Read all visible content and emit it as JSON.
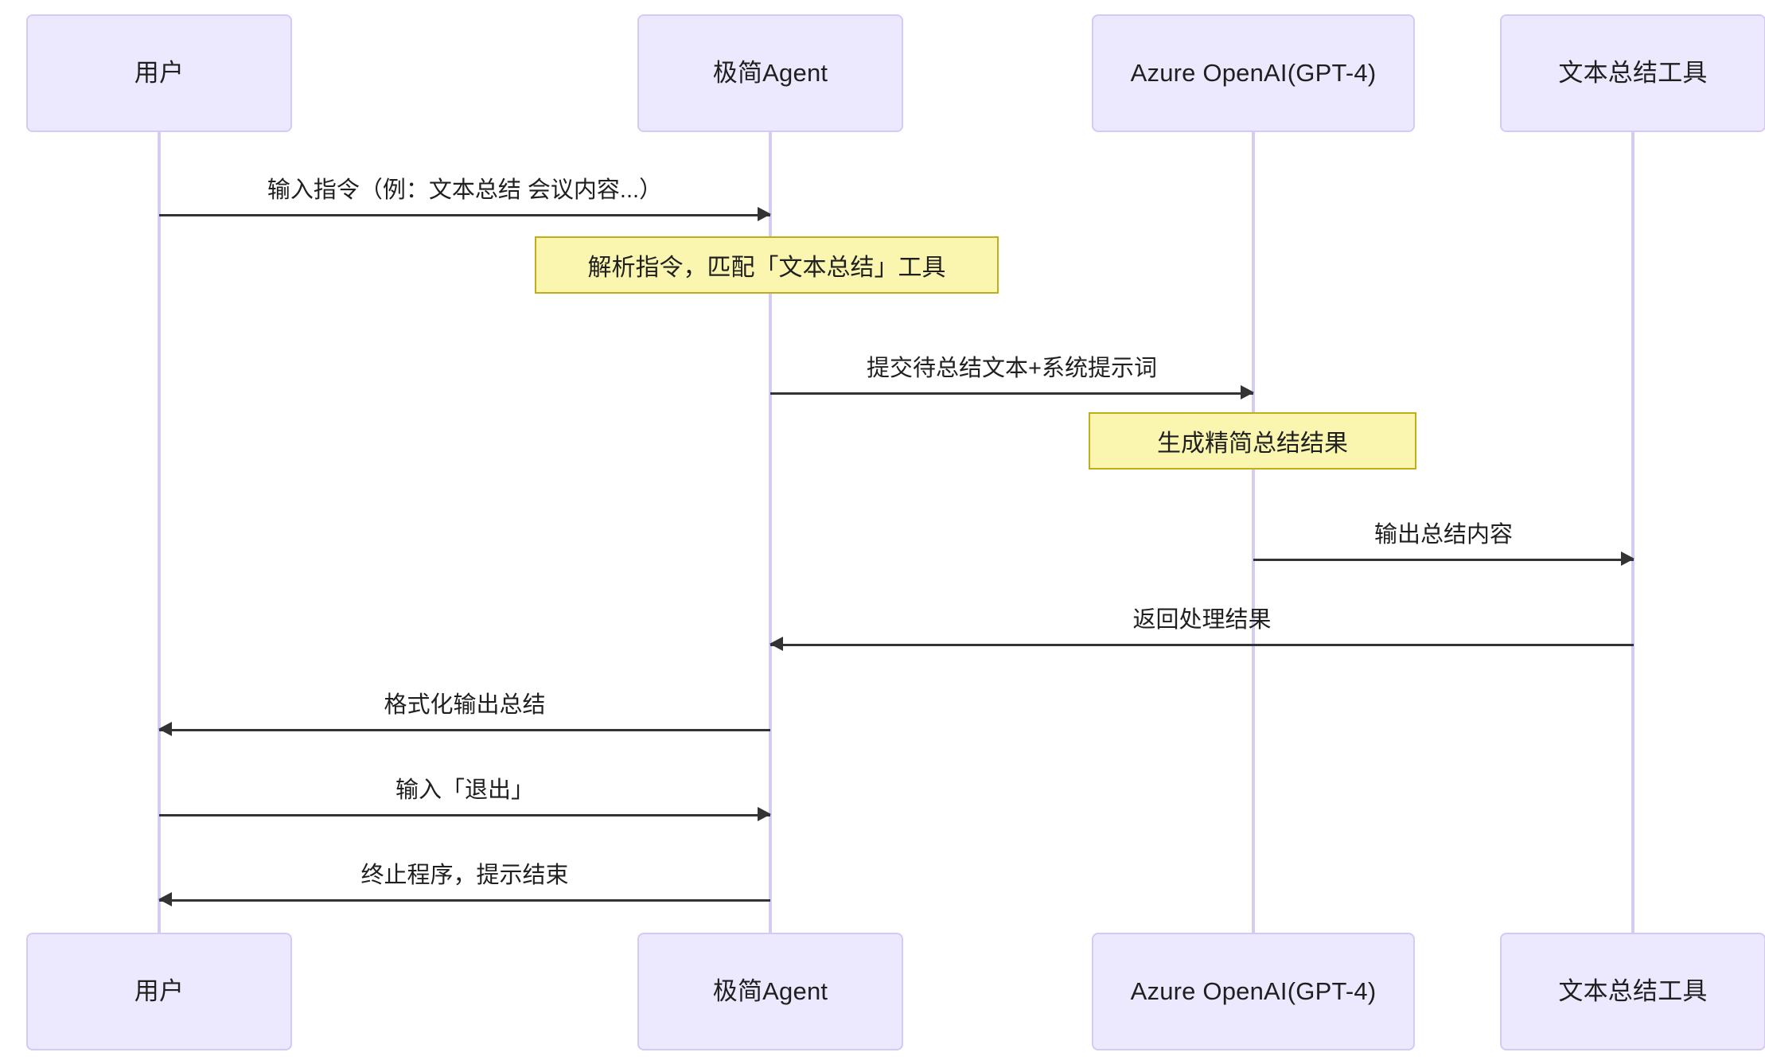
{
  "diagram": {
    "type": "sequence-diagram",
    "title": "",
    "background_color": "#ffffff",
    "participant_fill": "#ECE8FD",
    "participant_border": "#D6C9F5",
    "lifeline_color": "#D6CCF2",
    "arrow_color": "#333333",
    "note_fill": "#FAF5AF",
    "note_border": "#BFAE18"
  },
  "participants": [
    {
      "id": "user",
      "label": "用户"
    },
    {
      "id": "agent",
      "label": "极简Agent"
    },
    {
      "id": "azure",
      "label": "Azure OpenAI(GPT-4)"
    },
    {
      "id": "tool",
      "label": "文本总结工具"
    }
  ],
  "participants_bottom": [
    {
      "id": "user",
      "label": "用户"
    },
    {
      "id": "agent",
      "label": "极简Agent"
    },
    {
      "id": "azure",
      "label": "Azure OpenAI(GPT-4)"
    },
    {
      "id": "tool",
      "label": "文本总结工具"
    }
  ],
  "messages": [
    {
      "id": "m1",
      "from": "user",
      "to": "agent",
      "direction": "right",
      "label": "输入指令（例：文本总结 会议内容...）"
    },
    {
      "id": "m2",
      "from": "agent",
      "to": "azure",
      "direction": "right",
      "label": "提交待总结文本+系统提示词"
    },
    {
      "id": "m3",
      "from": "azure",
      "to": "tool",
      "direction": "right",
      "label": "输出总结内容"
    },
    {
      "id": "m4",
      "from": "tool",
      "to": "agent",
      "direction": "left",
      "label": "返回处理结果"
    },
    {
      "id": "m5",
      "from": "agent",
      "to": "user",
      "direction": "left",
      "label": "格式化输出总结"
    },
    {
      "id": "m6",
      "from": "user",
      "to": "agent",
      "direction": "right",
      "label": "输入「退出」"
    },
    {
      "id": "m7",
      "from": "agent",
      "to": "user",
      "direction": "left",
      "label": "终止程序，提示结束"
    }
  ],
  "notes": [
    {
      "id": "n1",
      "over": "agent",
      "label": "解析指令，匹配「文本总结」工具"
    },
    {
      "id": "n2",
      "over": "azure",
      "label": "生成精简总结结果"
    }
  ]
}
